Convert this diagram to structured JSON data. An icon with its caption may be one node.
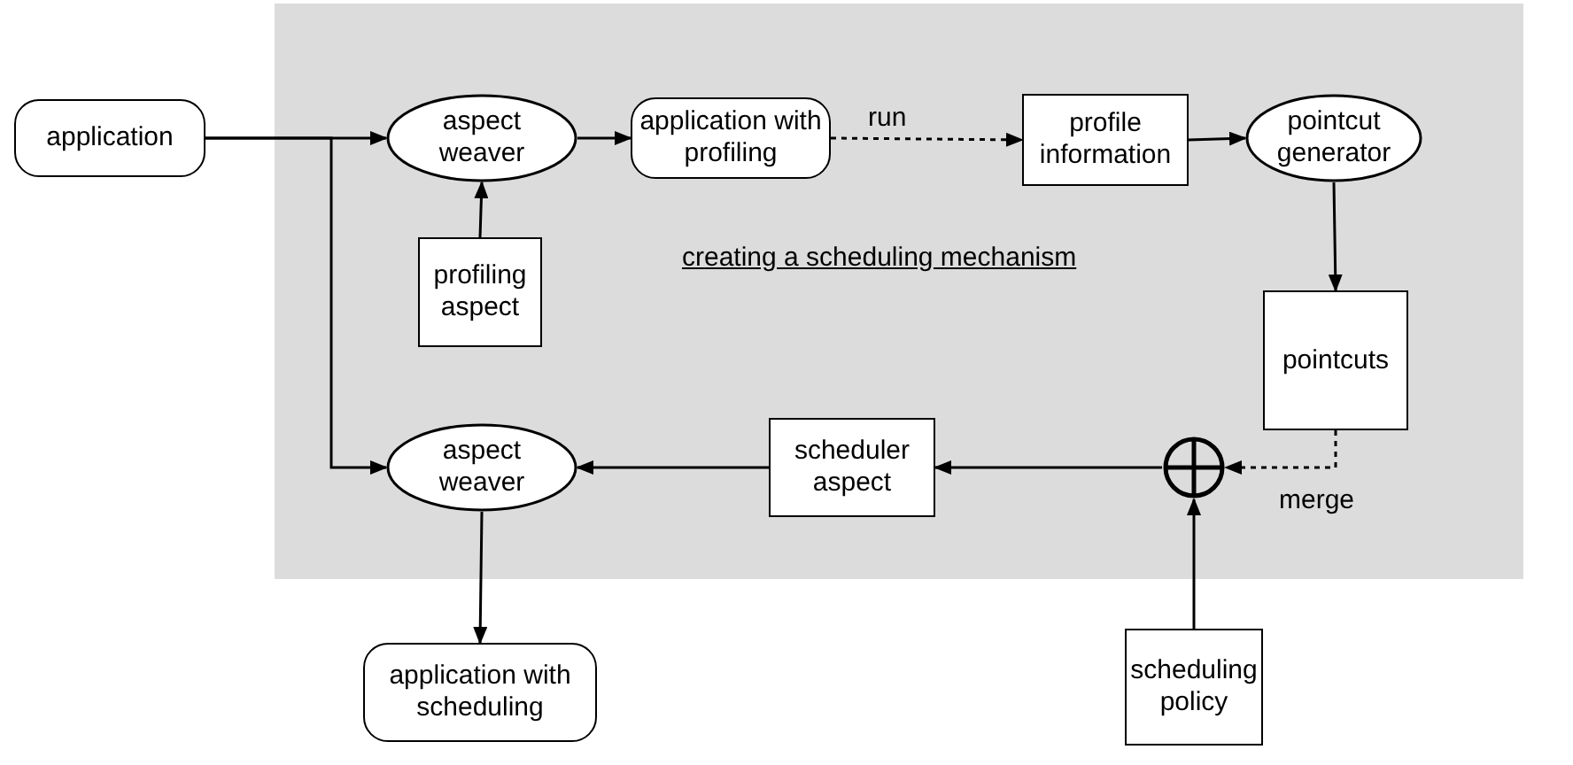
{
  "diagram": {
    "nodes": [
      {
        "text": [
          "creating a scheduling mechanism"
        ]
      },
      {
        "text": [
          "application"
        ]
      },
      {
        "text": [
          "aspect weaver"
        ],
        "in": 0
      },
      {
        "text": [
          "application with profiling"
        ],
        "in": 0
      },
      {
        "text": [
          "profile information"
        ],
        "in": 0
      },
      {
        "text": [
          "pointcut generator"
        ],
        "in": 0
      },
      {
        "text": [
          "profiling aspect"
        ],
        "in": 0
      },
      {
        "text": [
          "pointcuts"
        ],
        "in": 0
      },
      {
        "text": [
          "aspect weaver"
        ],
        "in": 0
      },
      {
        "text": [
          "scheduler aspect"
        ],
        "in": 0
      },
      {
        "text": [],
        "shape": "circle",
        "in": 0
      },
      {
        "text": [
          "application with scheduling"
        ]
      },
      {
        "text": [
          "scheduling policy"
        ]
      }
    ],
    "edges": [
      {
        "from": 1,
        "to": 2,
        "arrow": "to"
      },
      {
        "from": 1,
        "to": 8,
        "arrow": "to"
      },
      {
        "from": 6,
        "to": 2,
        "arrow": "to"
      },
      {
        "from": 2,
        "to": 3,
        "arrow": "to"
      },
      {
        "from": 3,
        "to": 4,
        "arrow": "to",
        "style": "dashed",
        "label": "run"
      },
      {
        "from": 4,
        "to": 5,
        "arrow": "to"
      },
      {
        "from": 5,
        "to": 7,
        "arrow": "to"
      },
      {
        "from": 7,
        "to": 10,
        "arrow": "to",
        "style": "dashed",
        "label": "merge"
      },
      {
        "from": 12,
        "to": 10,
        "arrow": "to"
      },
      {
        "from": 10,
        "to": 9,
        "arrow": "to"
      },
      {
        "from": 9,
        "to": 8,
        "arrow": "to"
      },
      {
        "from": 8,
        "to": 11,
        "arrow": "to"
      }
    ]
  }
}
